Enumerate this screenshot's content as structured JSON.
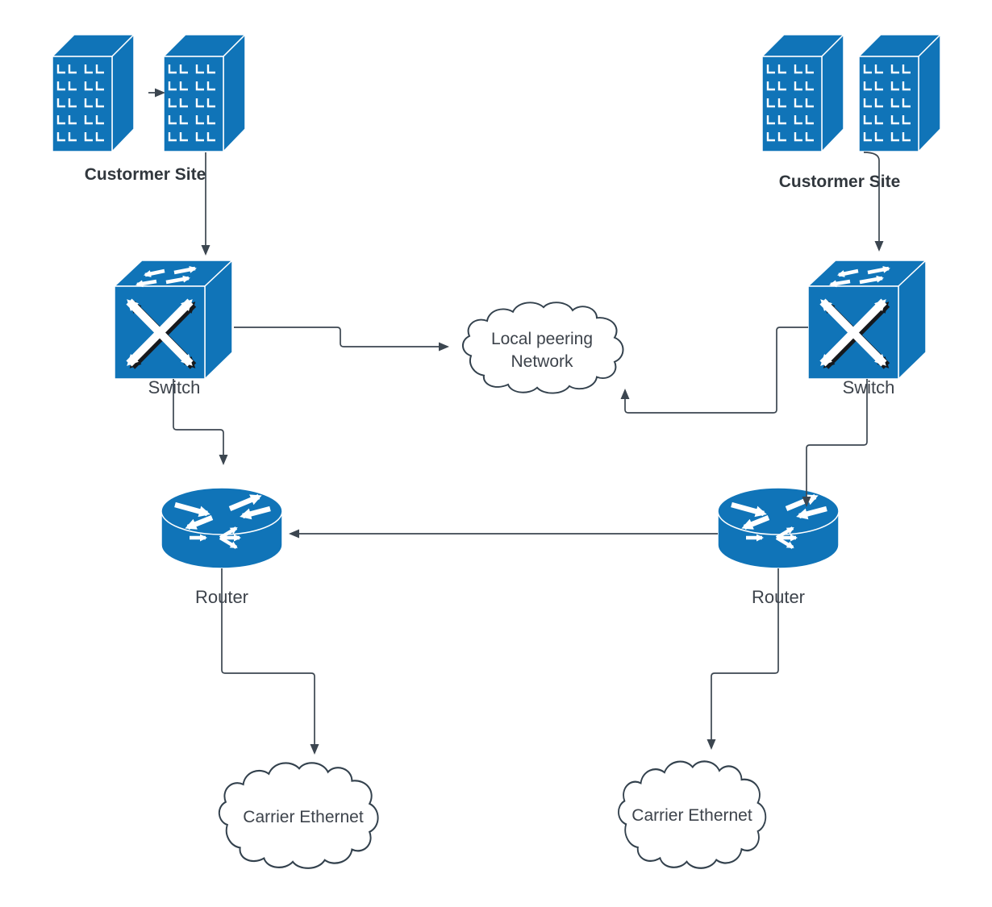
{
  "colors": {
    "node_fill": "#1074b8",
    "connector": "#3c4650",
    "cloud_stroke": "#33414d",
    "site_label": "#31373d",
    "node_label": "#3d434b",
    "background": "#ffffff"
  },
  "nodes": {
    "site_left": {
      "label": "Custormer Site",
      "type": "building-pair"
    },
    "site_right": {
      "label": "Custormer Site",
      "type": "building-pair"
    },
    "switch_left": {
      "label": "Switch",
      "type": "switch"
    },
    "switch_right": {
      "label": "Switch",
      "type": "switch"
    },
    "router_left": {
      "label": "Router",
      "type": "router"
    },
    "router_right": {
      "label": "Router",
      "type": "router"
    },
    "cloud_peering": {
      "label_line1": "Local peering",
      "label_line2": "Network",
      "type": "cloud"
    },
    "cloud_carrier_left": {
      "label": "Carrier Ethernet",
      "type": "cloud"
    },
    "cloud_carrier_right": {
      "label": "Carrier Ethernet",
      "type": "cloud"
    }
  },
  "connections": [
    {
      "from": "site_left_building_1",
      "to": "site_left_building_2",
      "arrow": "end"
    },
    {
      "from": "site_left",
      "to": "switch_left",
      "arrow": "end"
    },
    {
      "from": "switch_left",
      "to": "cloud_peering",
      "arrow": "end"
    },
    {
      "from": "site_right",
      "to": "switch_right",
      "arrow": "end"
    },
    {
      "from": "switch_right",
      "to": "cloud_peering",
      "arrow": "end"
    },
    {
      "from": "switch_left",
      "to": "router_left",
      "arrow": "end"
    },
    {
      "from": "switch_right",
      "to": "router_right",
      "arrow": "end"
    },
    {
      "from": "router_right",
      "to": "router_left",
      "arrow": "end"
    },
    {
      "from": "router_left",
      "to": "cloud_carrier_left",
      "arrow": "end"
    },
    {
      "from": "router_right",
      "to": "cloud_carrier_right",
      "arrow": "end"
    }
  ]
}
